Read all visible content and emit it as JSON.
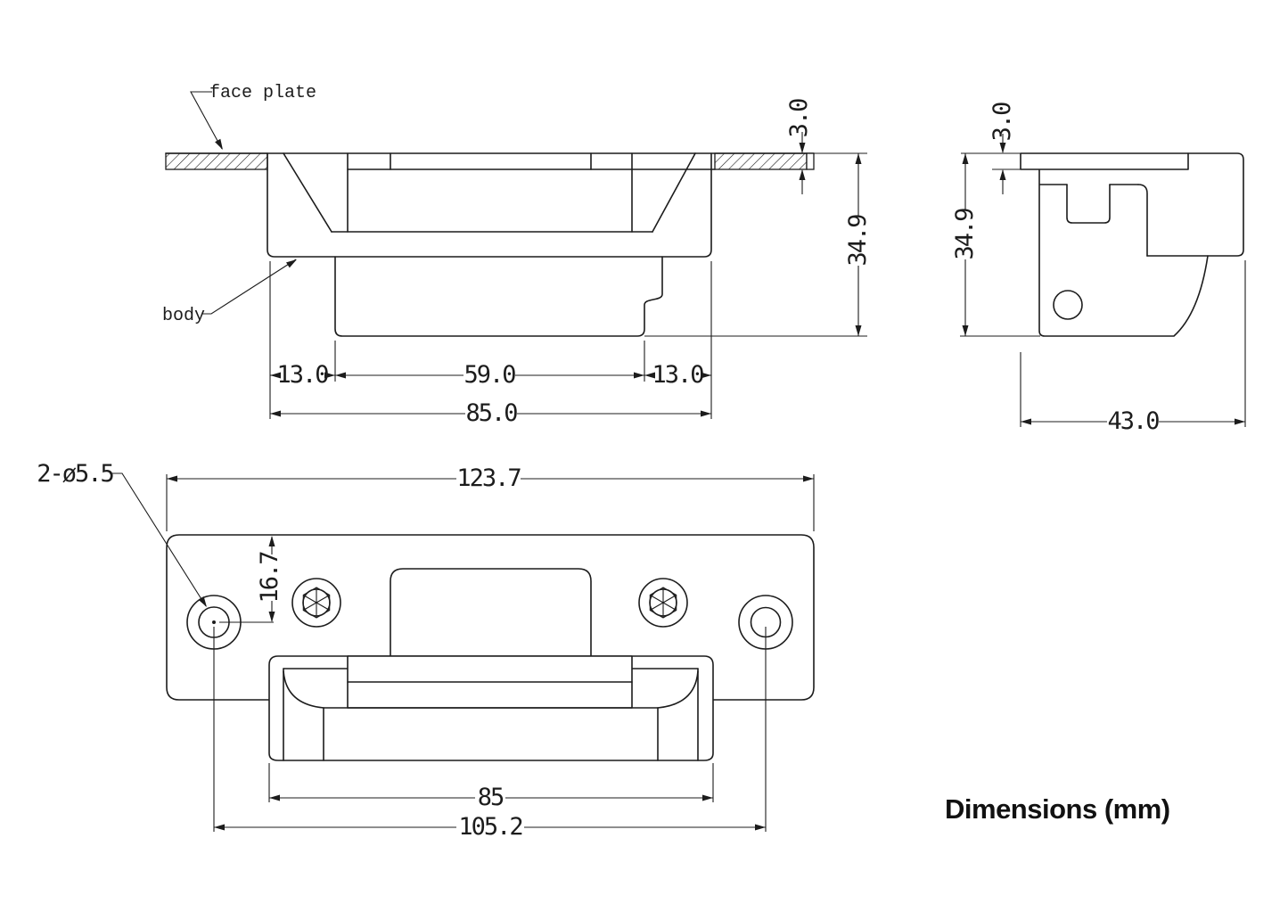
{
  "footer_note": "Dimensions (mm)",
  "views": {
    "front_section": {
      "labels": {
        "face_plate": "face plate",
        "body": "body"
      },
      "dims": {
        "left_offset": "13.0",
        "keeper_width": "59.0",
        "right_offset": "13.0",
        "overall_width": "85.0",
        "faceplate_thickness": "3.0",
        "body_height": "34.9"
      }
    },
    "side_section": {
      "dims": {
        "faceplate_thickness": "3.0",
        "body_height": "34.9",
        "body_depth": "43.0"
      }
    },
    "face_view": {
      "labels": {
        "mounting_holes": "2-ø5.5"
      },
      "dims": {
        "faceplate_length": "123.7",
        "hole_center_offset": "16.7",
        "body_width": "85",
        "hole_spacing": "105.2"
      }
    }
  }
}
